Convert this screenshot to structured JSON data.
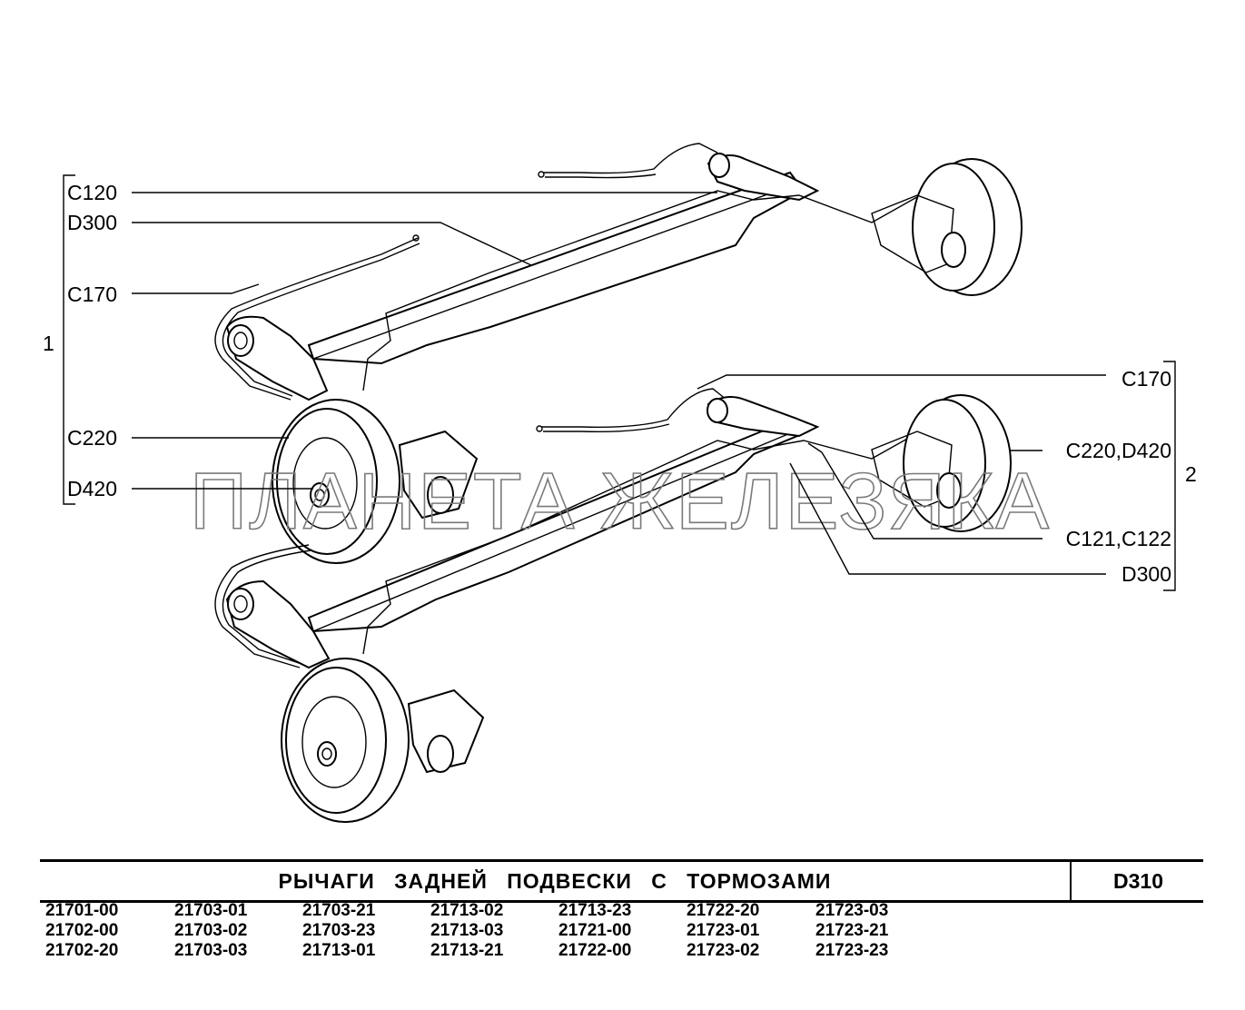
{
  "labels": {
    "c120": "C120",
    "d300_a": "D300",
    "c170_a": "C170",
    "c220": "C220",
    "d420": "D420",
    "group_1": "1",
    "c170_b": "C170",
    "c220_d420": "C220,D420",
    "c121_c122": "C121,C122",
    "d300_b": "D300",
    "group_2": "2"
  },
  "watermark": "ПЛАНЕТА ЖЕЛЕЗЯКА",
  "footer": {
    "title": "РЫЧАГИ ЗАДНЕЙ ПОДВЕСКИ С ТОРМОЗАМИ",
    "code": "D310",
    "models": [
      [
        "21701-00",
        "21702-00",
        "21702-20"
      ],
      [
        "21703-01",
        "21703-02",
        "21703-03"
      ],
      [
        "21703-21",
        "21703-23",
        "21713-01"
      ],
      [
        "21713-02",
        "21713-03",
        "21713-21"
      ],
      [
        "21713-23",
        "21721-00",
        "21722-00"
      ],
      [
        "21722-20",
        "21723-01",
        "21723-02"
      ],
      [
        "21723-03",
        "21723-21",
        "21723-23"
      ]
    ]
  }
}
